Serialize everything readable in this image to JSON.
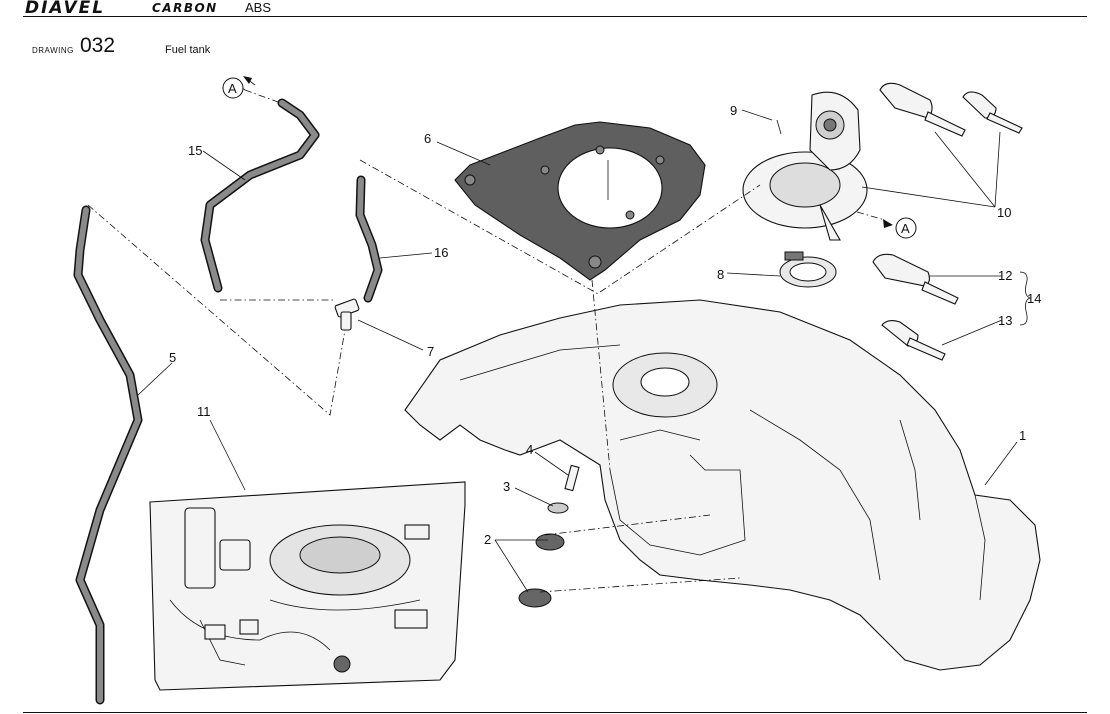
{
  "header": {
    "brand": "DIAVEL",
    "model": "CARBON",
    "variant": "ABS"
  },
  "drawing": {
    "label": "DRAWING",
    "number": "032",
    "title": "Fuel tank"
  },
  "reference_marker": "A",
  "callouts": [
    "1",
    "2",
    "3",
    "4",
    "5",
    "6",
    "7",
    "8",
    "9",
    "10",
    "11",
    "12",
    "13",
    "14",
    "15",
    "16"
  ]
}
